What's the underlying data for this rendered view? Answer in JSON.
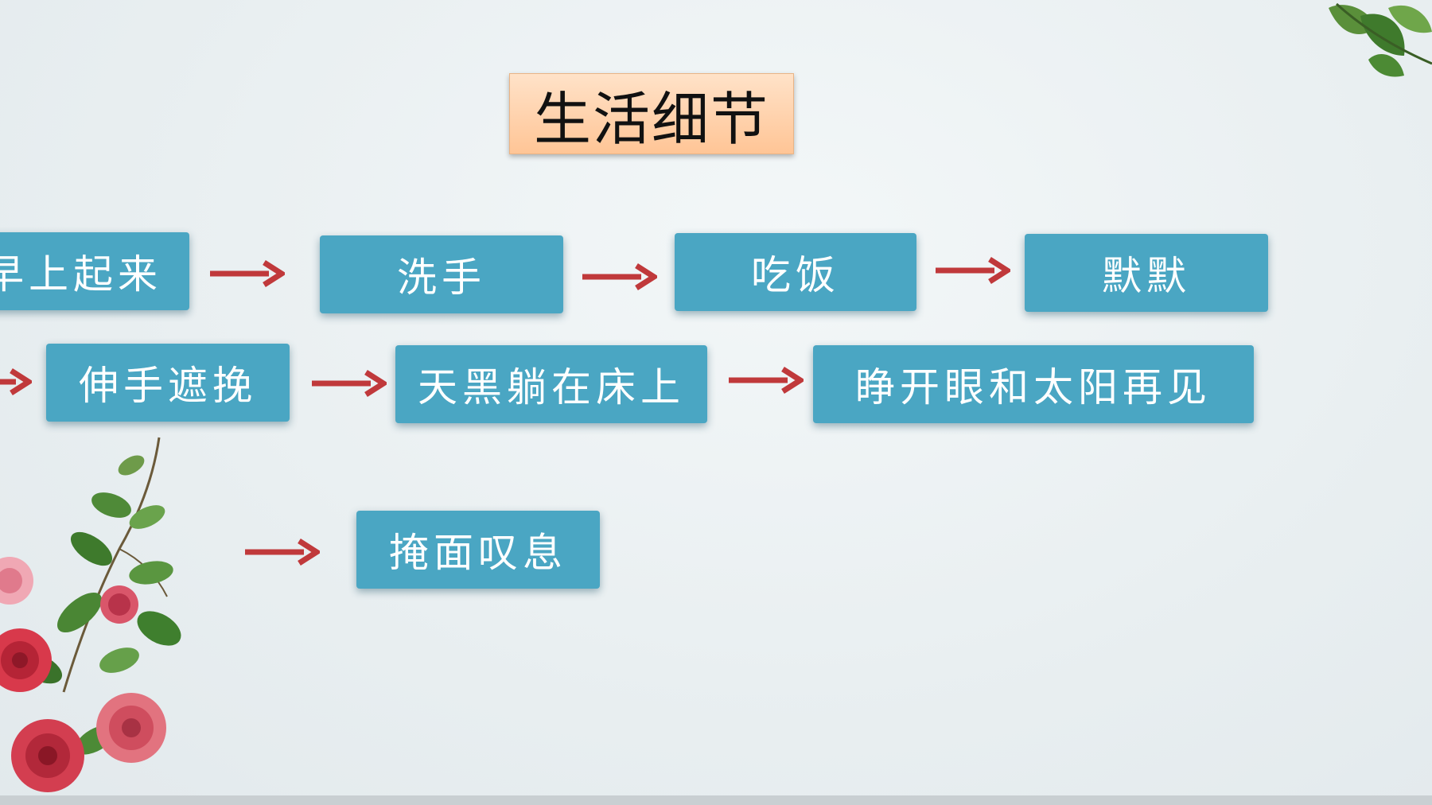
{
  "title": "生活细节",
  "nodes": {
    "row1": [
      "早上起来",
      "洗手",
      "吃饭",
      "默默"
    ],
    "row2": [
      "伸手遮挽",
      "天黑躺在床上",
      "睁开眼和太阳再见"
    ],
    "row3": [
      "掩面叹息"
    ]
  },
  "colors": {
    "node_fill": "#4aa6c3",
    "arrow": "#c0393b",
    "title_fill": "#ffd3ae"
  },
  "icons": [
    "arrow-right-icon",
    "rose-decoration",
    "leaf-decoration"
  ]
}
